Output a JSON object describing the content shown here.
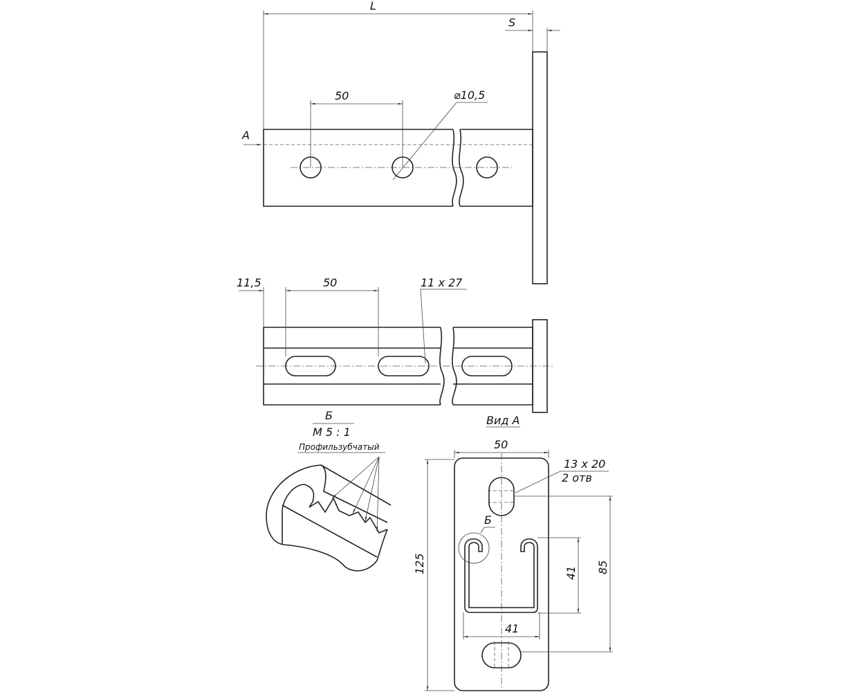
{
  "top_view": {
    "dim_length": "L",
    "dim_thickness": "S",
    "dim_pitch": "50",
    "hole_diameter": "⌀10,5",
    "view_arrow": "A"
  },
  "side_view": {
    "dim_offset": "11,5",
    "dim_pitch": "50",
    "slot_size": "11 x 27"
  },
  "detail": {
    "label": "Б",
    "scale": "М 5 : 1",
    "note": "Профильзубчатый"
  },
  "view_a": {
    "title": "Вид А",
    "dim_width": "50",
    "dim_height": "125",
    "dim_slot_spacing": "85",
    "dim_profile_height": "41",
    "dim_profile_width": "41",
    "slot_size": "13 x 20",
    "slot_count": "2 отв",
    "detail_ref": "Б"
  }
}
